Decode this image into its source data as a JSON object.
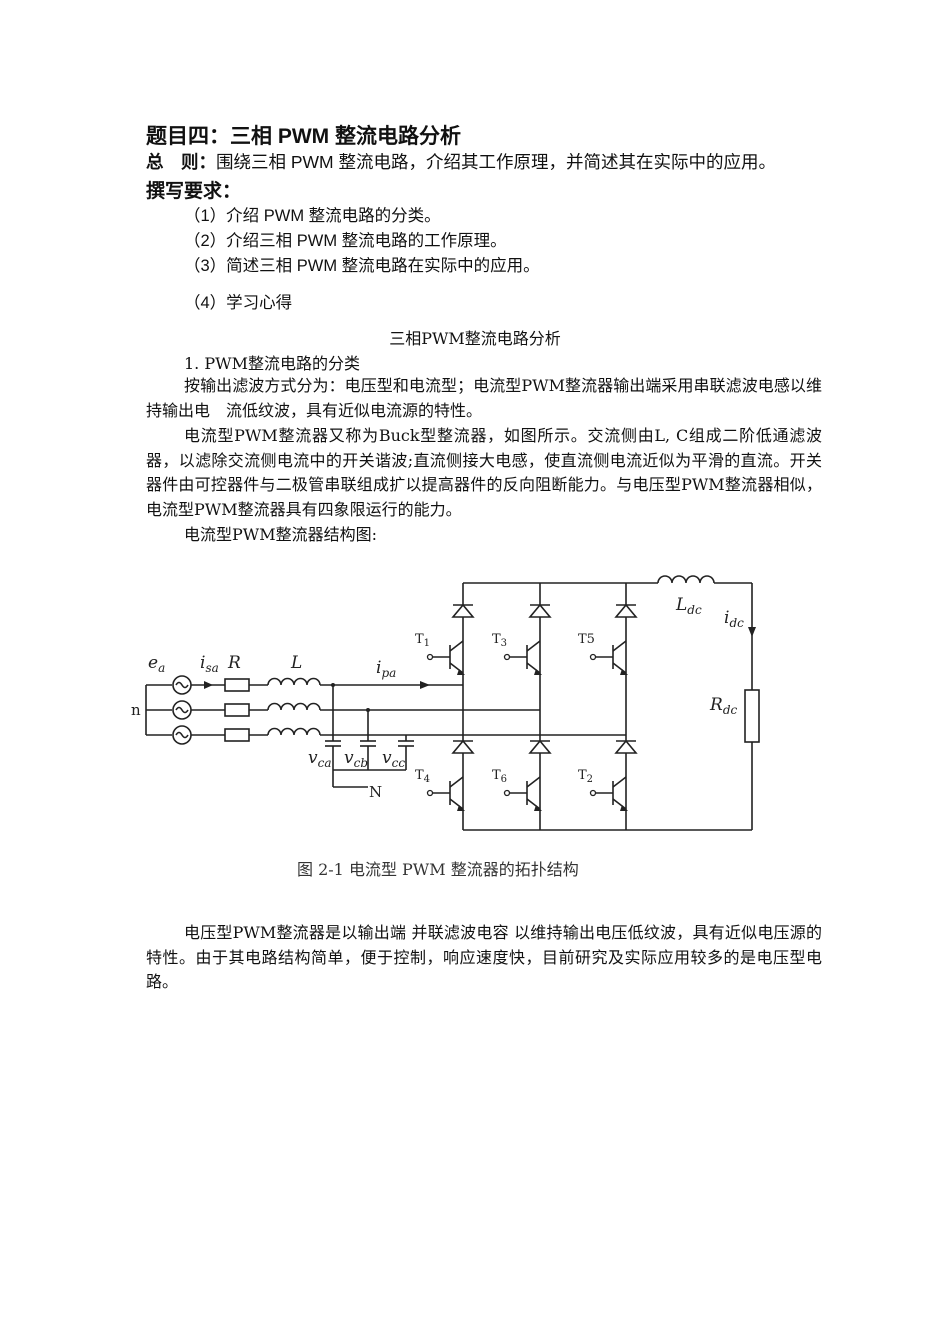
{
  "header": {
    "title": "题目四：三相 PWM 整流电路分析",
    "general_label": "总　则：",
    "general_text": "围绕三相 PWM 整流电路，介绍其工作原理，并简述其在实际中的应用。",
    "requirements_label": "撰写要求：",
    "requirements": [
      "（1）介绍 PWM 整流电路的分类。",
      "（2）介绍三相 PWM 整流电路的工作原理。",
      "（3）简述三相 PWM 整流电路在实际中的应用。",
      "（4）学习心得"
    ]
  },
  "body": {
    "title": "三相PWM整流电路分析",
    "section1": "1. PWM整流电路的分类",
    "p1": "按输出滤波方式分为：电压型和电流型；电流型PWM整流器输出端采用串联滤波电感以维持输出电　流低纹波，具有近似电流源的特性。",
    "p2": "电流型PWM整流器又称为Buck型整流器，如图所示。交流侧由L, C组成二阶低通滤波器，以滤除交流侧电流中的开关谐波;直流侧接大电感，使直流侧电流近似为平滑的直流。开关器件由可控器件与二极管串联组成扩以提高器件的反向阻断能力。与电压型PWM整流器相似，电流型PWM整流器具有四象限运行的能力。",
    "p3": "电流型PWM整流器结构图:",
    "p4": "电压型PWM整流器是以输出端 并联滤波电容 以维持输出电压低纹波，具有近似电压源的特性。由于其电路结构简单，便于控制，响应速度快，目前研究及实际应用较多的是电压型电路。"
  },
  "figure": {
    "caption": "图 2-1  电流型 PWM 整流器的拓扑结构",
    "labels": {
      "ea": "e",
      "ea_sub": "a",
      "isa": "i",
      "isa_sub": "sa",
      "R": "R",
      "L": "L",
      "n": "n",
      "ipa": "i",
      "ipa_sub": "pa",
      "vca": "v",
      "vca_sub": "ca",
      "vcb": "v",
      "vcb_sub": "cb",
      "vcc": "v",
      "vcc_sub": "cc",
      "N": "N",
      "T1": "T",
      "T1_sub": "1",
      "T3": "T",
      "T3_sub": "3",
      "T5": "T5",
      "T4": "T",
      "T4_sub": "4",
      "T6": "T",
      "T6_sub": "6",
      "T2": "T",
      "T2_sub": "2",
      "Ldc": "L",
      "Ldc_sub": "dc",
      "idc": "i",
      "idc_sub": "dc",
      "Rdc": "R",
      "Rdc_sub": "dc"
    }
  }
}
